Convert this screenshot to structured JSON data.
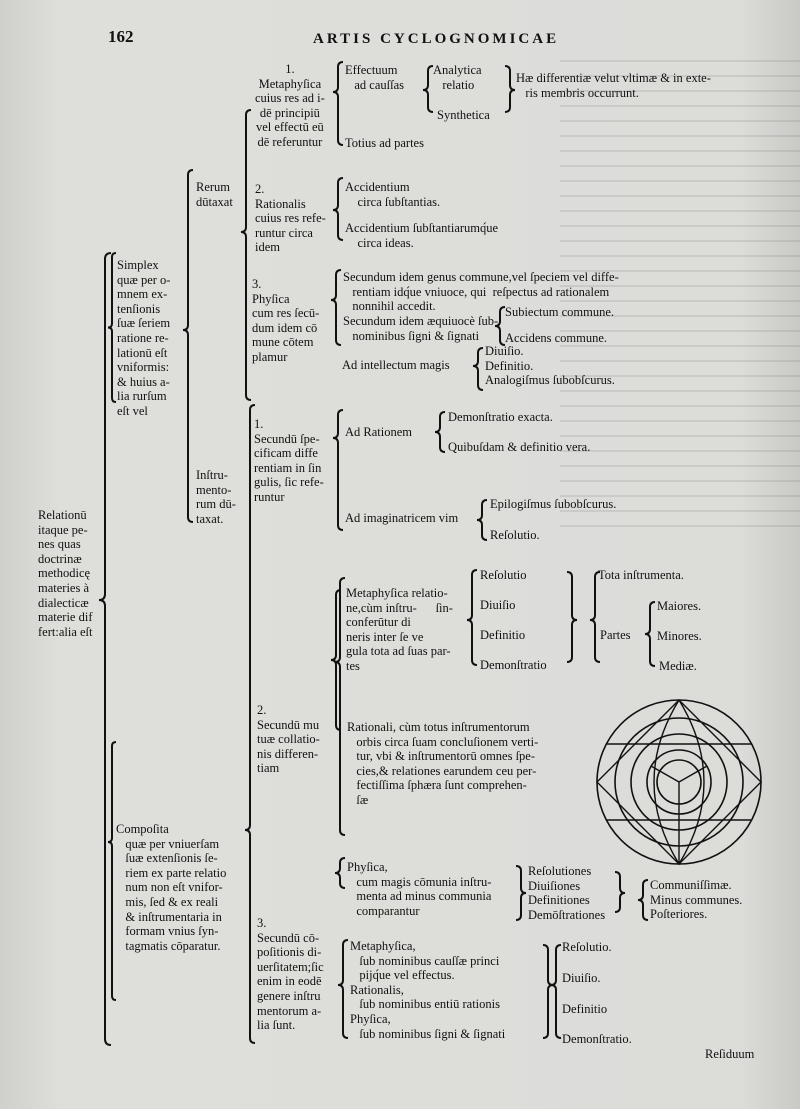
{
  "header": {
    "page_number": "162",
    "running_title": "ARTIS CYCLOGNOMICAE"
  },
  "blocks": {
    "metaphysica1": "1.\nMetaphyſica\ncuius res ad i-\ndē principiū\nvel effectū eū\ndē referuntur",
    "effectuum": "Effectuum\n   ad cauſſas",
    "analytica": "Analytica\n   relatio",
    "synthetica": "Synthetica",
    "hae_differentiae": "Hæ differentiæ velut vltimæ & in exte-\n   ris membris occurrunt.",
    "totius": "Totius ad partes",
    "rerum": "Rerum\ndūtaxat",
    "rationalis2": "2.\nRationalis\ncuius res refe-\nruntur circa\nidem",
    "accidentium1": "Accidentium\n    circa ſubſtantias.",
    "accidentium2": "Accidentium ſubſtantiarumq́ue\n    circa ideas.",
    "simplex": "Simplex\nquæ per o-\nmnem ex-\ntenſionis\nſuæ ſeriem\nratione re-\nlationū eſt\nvniformis:\n& huius a-\nlia rurſum\neſt vel",
    "physica3": "3.\nPhyſica\ncum res ſecū-\ndum idem cō\nmune cōtem\nplamur",
    "secundum_genus": "Secundum idem genus commune,vel ſpeciem vel diffe-\n   rentiam idq́ue vniuoce, qui  reſpectus ad rationalem\n   nonnihil accedit.",
    "secundum_aequiuoce": "Secundum idem æquiuocè ſub-\n   nominibus ſigni & ſignati",
    "subiectum": "Subiectum commune.",
    "accidens": "Accidens commune.",
    "ad_intellectum": "Ad intellectum magis",
    "intellectum_items": "Diuiſio.\nDefinitio.\nAnalogiſmus ſubobſcurus.",
    "instrumentorum": "Inſtru-\nmento-\nrum dū-\ntaxat.",
    "secundum_specificam": "1.\nSecundū ſpe-\ncificam diffe\nrentiam in ſin\ngulis, ſic refe-\nruntur",
    "ad_rationem": "Ad Rationem",
    "demonstratio_exacta": "Demonſtratio exacta.",
    "quibusdam": "Quibuſdam & definitio vera.",
    "ad_imaginatricem": "Ad imaginatricem vim",
    "epilogismus": "Epilogiſmus ſubobſcurus.",
    "resolutio_imag": "Reſolutio.",
    "relationum": "Relationū\nitaque pe-\nnes quas\ndoctrinæ\nmethodicę\nmateries à\ndialecticæ\nmaterie dif\nfert:alia eſt",
    "metaphysica_relatione": "Metaphyſica relatio-\nne,cùm inſtru-      ſin-\nconferūtur di\nneris inter ſe ve\ngula tota ad ſuas par-\ntes",
    "res1": "Reſolutio",
    "div1": "Diuiſio",
    "def1": "Definitio",
    "dem1": "Demonſtratio",
    "tota": "Tota inſtrumenta.",
    "partes": "Partes",
    "maiores": "Maiores.",
    "minores": "Minores.",
    "mediae": "Mediæ.",
    "mutuae": "2.\nSecundū mu\ntuæ collatio-\nnis differen-\ntiam",
    "rationali": "Rationali, cùm totus inſtrumentorum\n   orbis circa ſuam concluſionem verti-\n   tur, vbi & inſtrumentorū omnes ſpe-\n   cies,& relationes earundem ceu per-\n   fectiſſima ſphæra ſunt comprehen-\n   ſæ",
    "physica_comm": "Phyſica,\n   cum magis cōmunia inſtru-\n   menta ad minus communia\n   comparantur",
    "resolutiones": "Reſolutiones\nDiuiſiones\nDefinitiones\nDemōſtrationes",
    "communissimae": "Communiſſimæ.\nMinus communes.\nPoſteriores.",
    "composita": "Compoſita\n   quæ per vniuerſam\n   ſuæ extenſionis ſe-\n   riem ex parte relatio\n   num non eſt vnifor-\n   mis, ſed & ex reali\n   & inſtrumentaria in\n   formam vnius ſyn-\n   tagmatis cōparatur.",
    "compositionis": "3.\nSecundū cō-\npoſitionis di-\nuerſitatem;ſic\nenim in eodē\ngenere inſtru\nmentorum a-\nlia ſunt.",
    "final_list": "Metaphyſica,\n   ſub nominibus cauſſæ princi\n   pijq́ue vel effectus.\nRationalis,\n   ſub nominibus entiū rationis\nPhyſica,\n   ſub nominibus ſigni & ſignati",
    "res2": "Reſolutio.",
    "div2": "Diuiſio.",
    "def2": "Definitio",
    "dem2": "Demonſtratio.",
    "catchword": "Reſiduum"
  }
}
